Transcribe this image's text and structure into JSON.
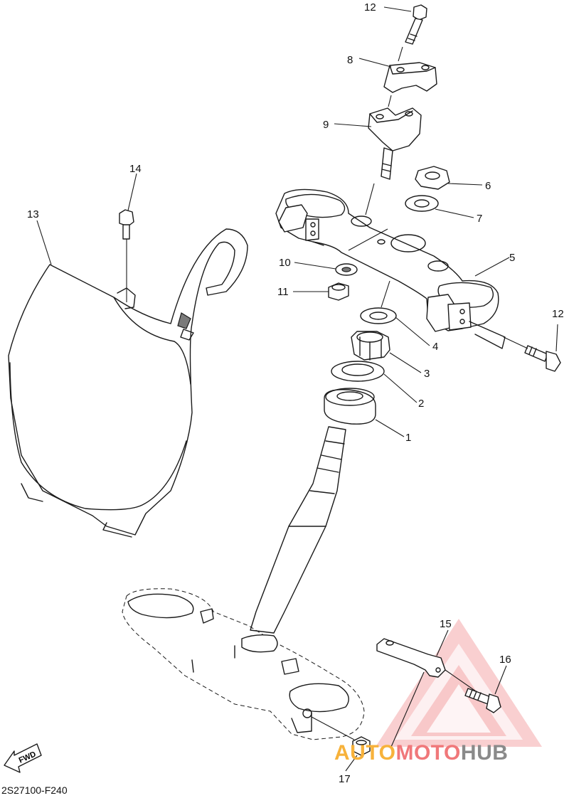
{
  "diagram_code": "2S27100-F240",
  "fwd_label": "FWD",
  "callouts": [
    {
      "id": "c12a",
      "label": "12"
    },
    {
      "id": "c8",
      "label": "8"
    },
    {
      "id": "c9",
      "label": "9"
    },
    {
      "id": "c6",
      "label": "6"
    },
    {
      "id": "c7",
      "label": "7"
    },
    {
      "id": "c5",
      "label": "5"
    },
    {
      "id": "c10",
      "label": "10"
    },
    {
      "id": "c11",
      "label": "11"
    },
    {
      "id": "c12b",
      "label": "12"
    },
    {
      "id": "c4",
      "label": "4"
    },
    {
      "id": "c3",
      "label": "3"
    },
    {
      "id": "c2",
      "label": "2"
    },
    {
      "id": "c1",
      "label": "1"
    },
    {
      "id": "c13",
      "label": "13"
    },
    {
      "id": "c14",
      "label": "14"
    },
    {
      "id": "c15",
      "label": "15"
    },
    {
      "id": "c16",
      "label": "16"
    },
    {
      "id": "c17",
      "label": "17"
    }
  ],
  "watermark": {
    "part1": "AUTO",
    "part2": "MOTO",
    "part3": "HUB",
    "color1": "#f7b23b",
    "color2": "#f0787a",
    "color3": "#8a8a8a"
  }
}
